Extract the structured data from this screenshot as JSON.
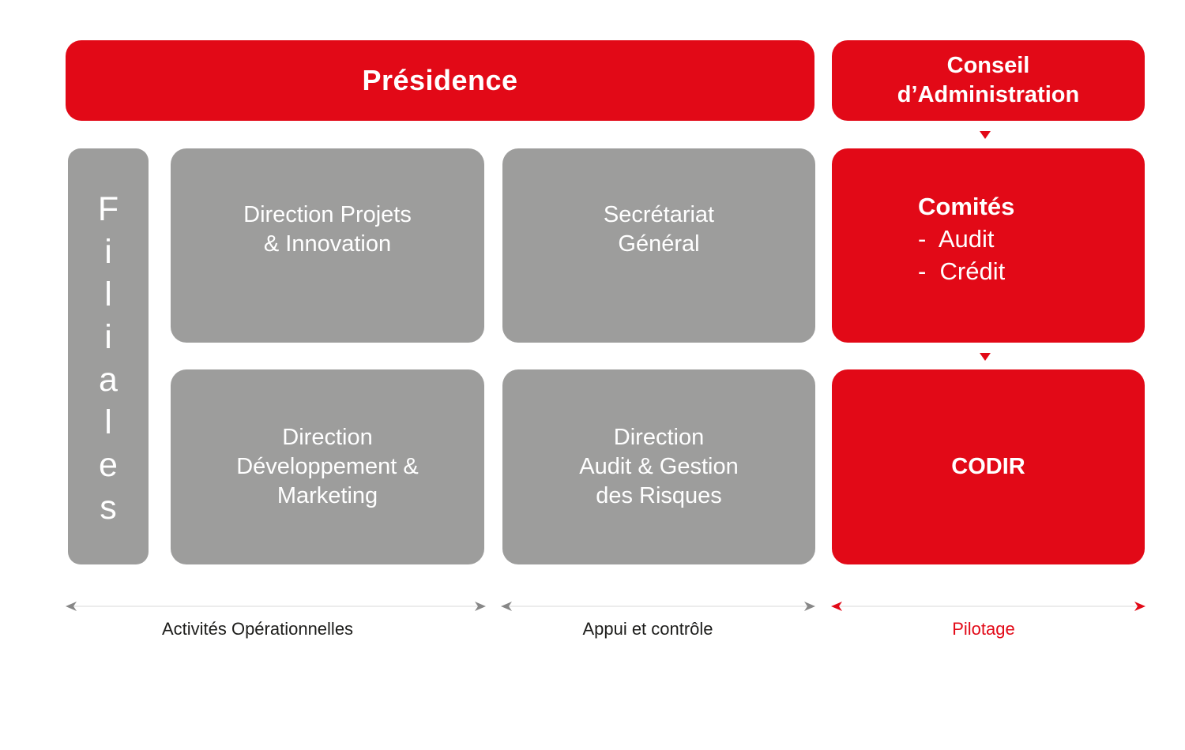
{
  "colors": {
    "red": "#e20917",
    "grey": "#9d9d9c",
    "dark_text": "#1d1d1b"
  },
  "presidence": "Présidence",
  "conseil": {
    "line1": "Conseil",
    "line2": "d’Administration"
  },
  "filiales": {
    "letters": [
      "F",
      "i",
      "l",
      "i",
      "a",
      "l",
      "e",
      "s"
    ]
  },
  "direction_projets": {
    "line1": "Direction Projets",
    "line2": "& Innovation"
  },
  "secretariat": {
    "line1": "Secrétariat",
    "line2": "Général"
  },
  "direction_developpement": {
    "line1": "Direction",
    "line2": "Développement &",
    "line3": "Marketing"
  },
  "direction_audit": {
    "line1": "Direction",
    "line2": "Audit & Gestion",
    "line3": "des Risques"
  },
  "comites": {
    "title": "Comités",
    "items": [
      "-  Audit",
      "-  Crédit"
    ]
  },
  "codir": "CODIR",
  "ranges": {
    "activites": "Activités Opérationnelles",
    "appui": "Appui et contrôle",
    "pilotage": "Pilotage"
  }
}
